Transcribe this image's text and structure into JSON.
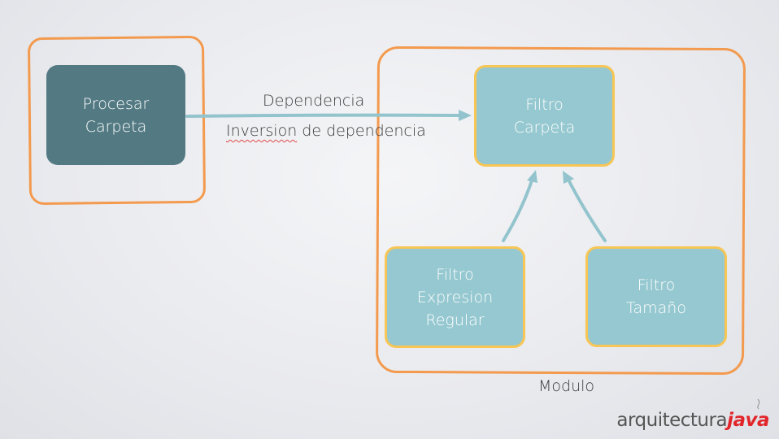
{
  "nodes": {
    "procesar_carpeta": "Procesar\nCarpeta",
    "filtro_carpeta": "Filtro\nCarpeta",
    "filtro_expresion_regular": "Filtro\nExpresion\nRegular",
    "filtro_tamano": "Filtro\nTamaño"
  },
  "labels": {
    "dependencia": "Dependencia",
    "inversion_word": "Inversion",
    "inversion_rest": " de dependencia",
    "modulo": "Modulo"
  },
  "edges": [
    {
      "from": "procesar_carpeta",
      "to": "filtro_carpeta",
      "label": "Dependencia"
    },
    {
      "from": "filtro_expresion_regular",
      "to": "filtro_carpeta"
    },
    {
      "from": "filtro_tamano",
      "to": "filtro_carpeta"
    }
  ],
  "logo": {
    "part1": "arquitectura",
    "part2": "java"
  },
  "colors": {
    "frame": "#f39a4e",
    "dark_node": "#537a83",
    "light_node": "#95c8d0",
    "node_border": "#f7c655",
    "arrow": "#93c4cd",
    "logo_accent": "#e1262b"
  }
}
